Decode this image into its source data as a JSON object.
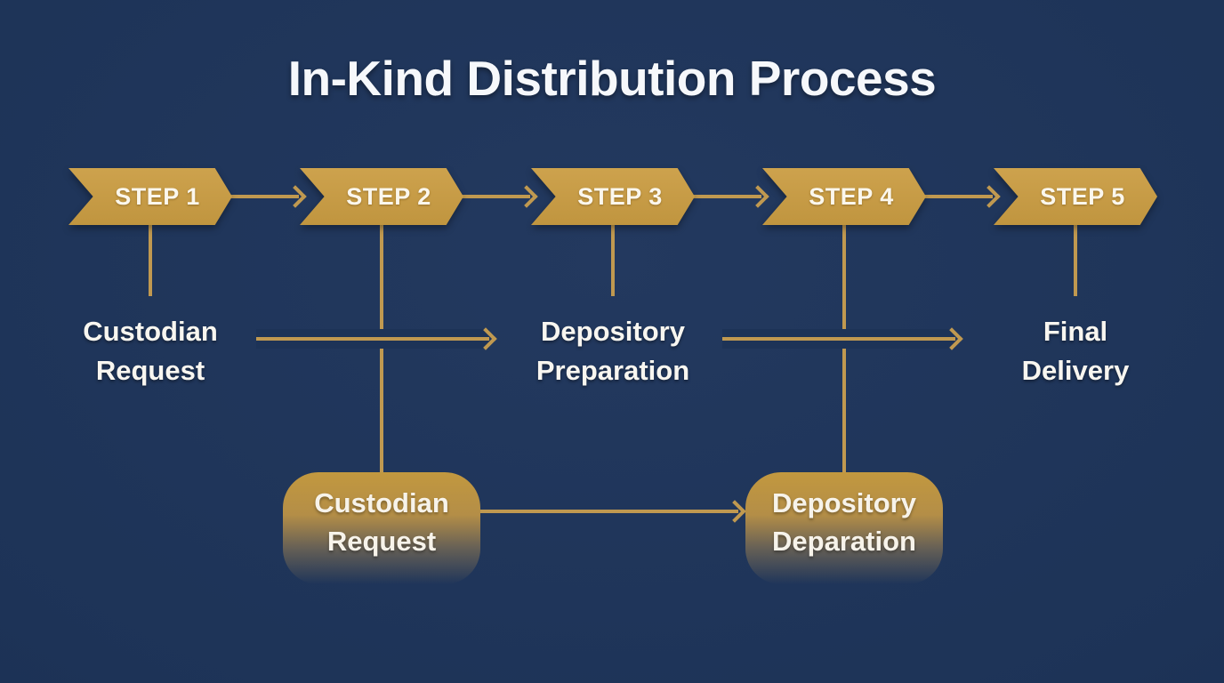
{
  "title": "In-Kind Distribution Process",
  "colors": {
    "background": "#1D3357",
    "gold": "#C59B47",
    "gold_line": "#C09950",
    "light_text": "#FAF7EE"
  },
  "steps": [
    {
      "id": "step-1",
      "label": "STEP 1",
      "detail_style": "plain-text",
      "detail_lines": [
        "Custodian",
        "Request"
      ]
    },
    {
      "id": "step-2",
      "label": "STEP 2",
      "detail_style": "gold-card",
      "detail_lines": [
        "Custodian",
        "Request"
      ]
    },
    {
      "id": "step-3",
      "label": "STEP 3",
      "detail_style": "plain-text",
      "detail_lines": [
        "Depository",
        "Preparation"
      ]
    },
    {
      "id": "step-4",
      "label": "STEP 4",
      "detail_style": "gold-card",
      "detail_lines": [
        "Depository",
        "Deparation"
      ]
    },
    {
      "id": "step-5",
      "label": "STEP 5",
      "detail_style": "plain-text",
      "detail_lines": [
        "Final",
        "Delivery"
      ]
    }
  ],
  "connections": [
    {
      "from": "step-1-banner",
      "to": "step-2-banner",
      "row": "top"
    },
    {
      "from": "step-2-banner",
      "to": "step-3-banner",
      "row": "top"
    },
    {
      "from": "step-3-banner",
      "to": "step-4-banner",
      "row": "top"
    },
    {
      "from": "step-4-banner",
      "to": "step-5-banner",
      "row": "top"
    },
    {
      "from": "custodian-request-label",
      "to": "depository-preparation-label",
      "row": "middle"
    },
    {
      "from": "depository-preparation-label",
      "to": "final-delivery-label",
      "row": "middle"
    },
    {
      "from": "custodian-request-card",
      "to": "depository-deparation-card",
      "row": "bottom"
    }
  ]
}
